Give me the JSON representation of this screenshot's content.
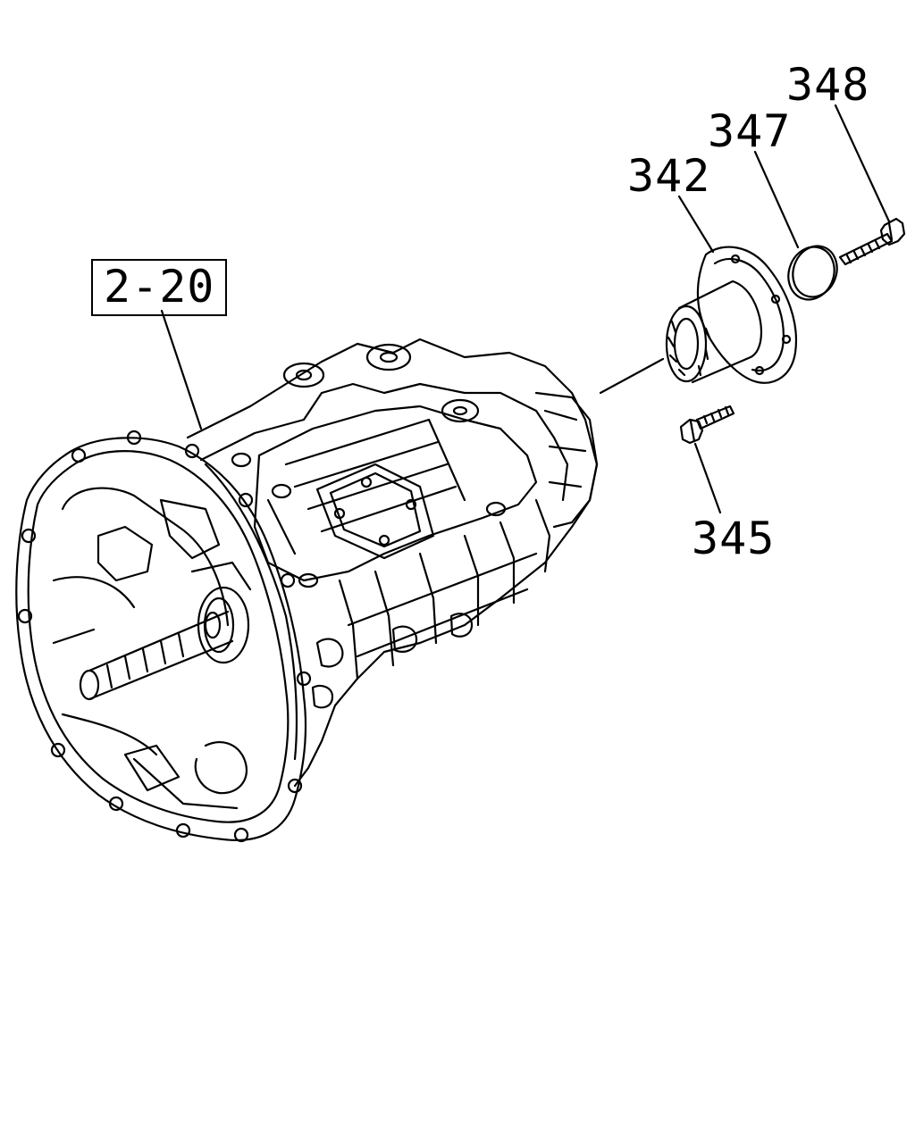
{
  "callouts": {
    "assembly_ref": "2-20",
    "flange": "342",
    "bolt": "345",
    "washer": "347",
    "nut_bolt": "348"
  },
  "colors": {
    "line": "#000000",
    "background": "#ffffff"
  }
}
